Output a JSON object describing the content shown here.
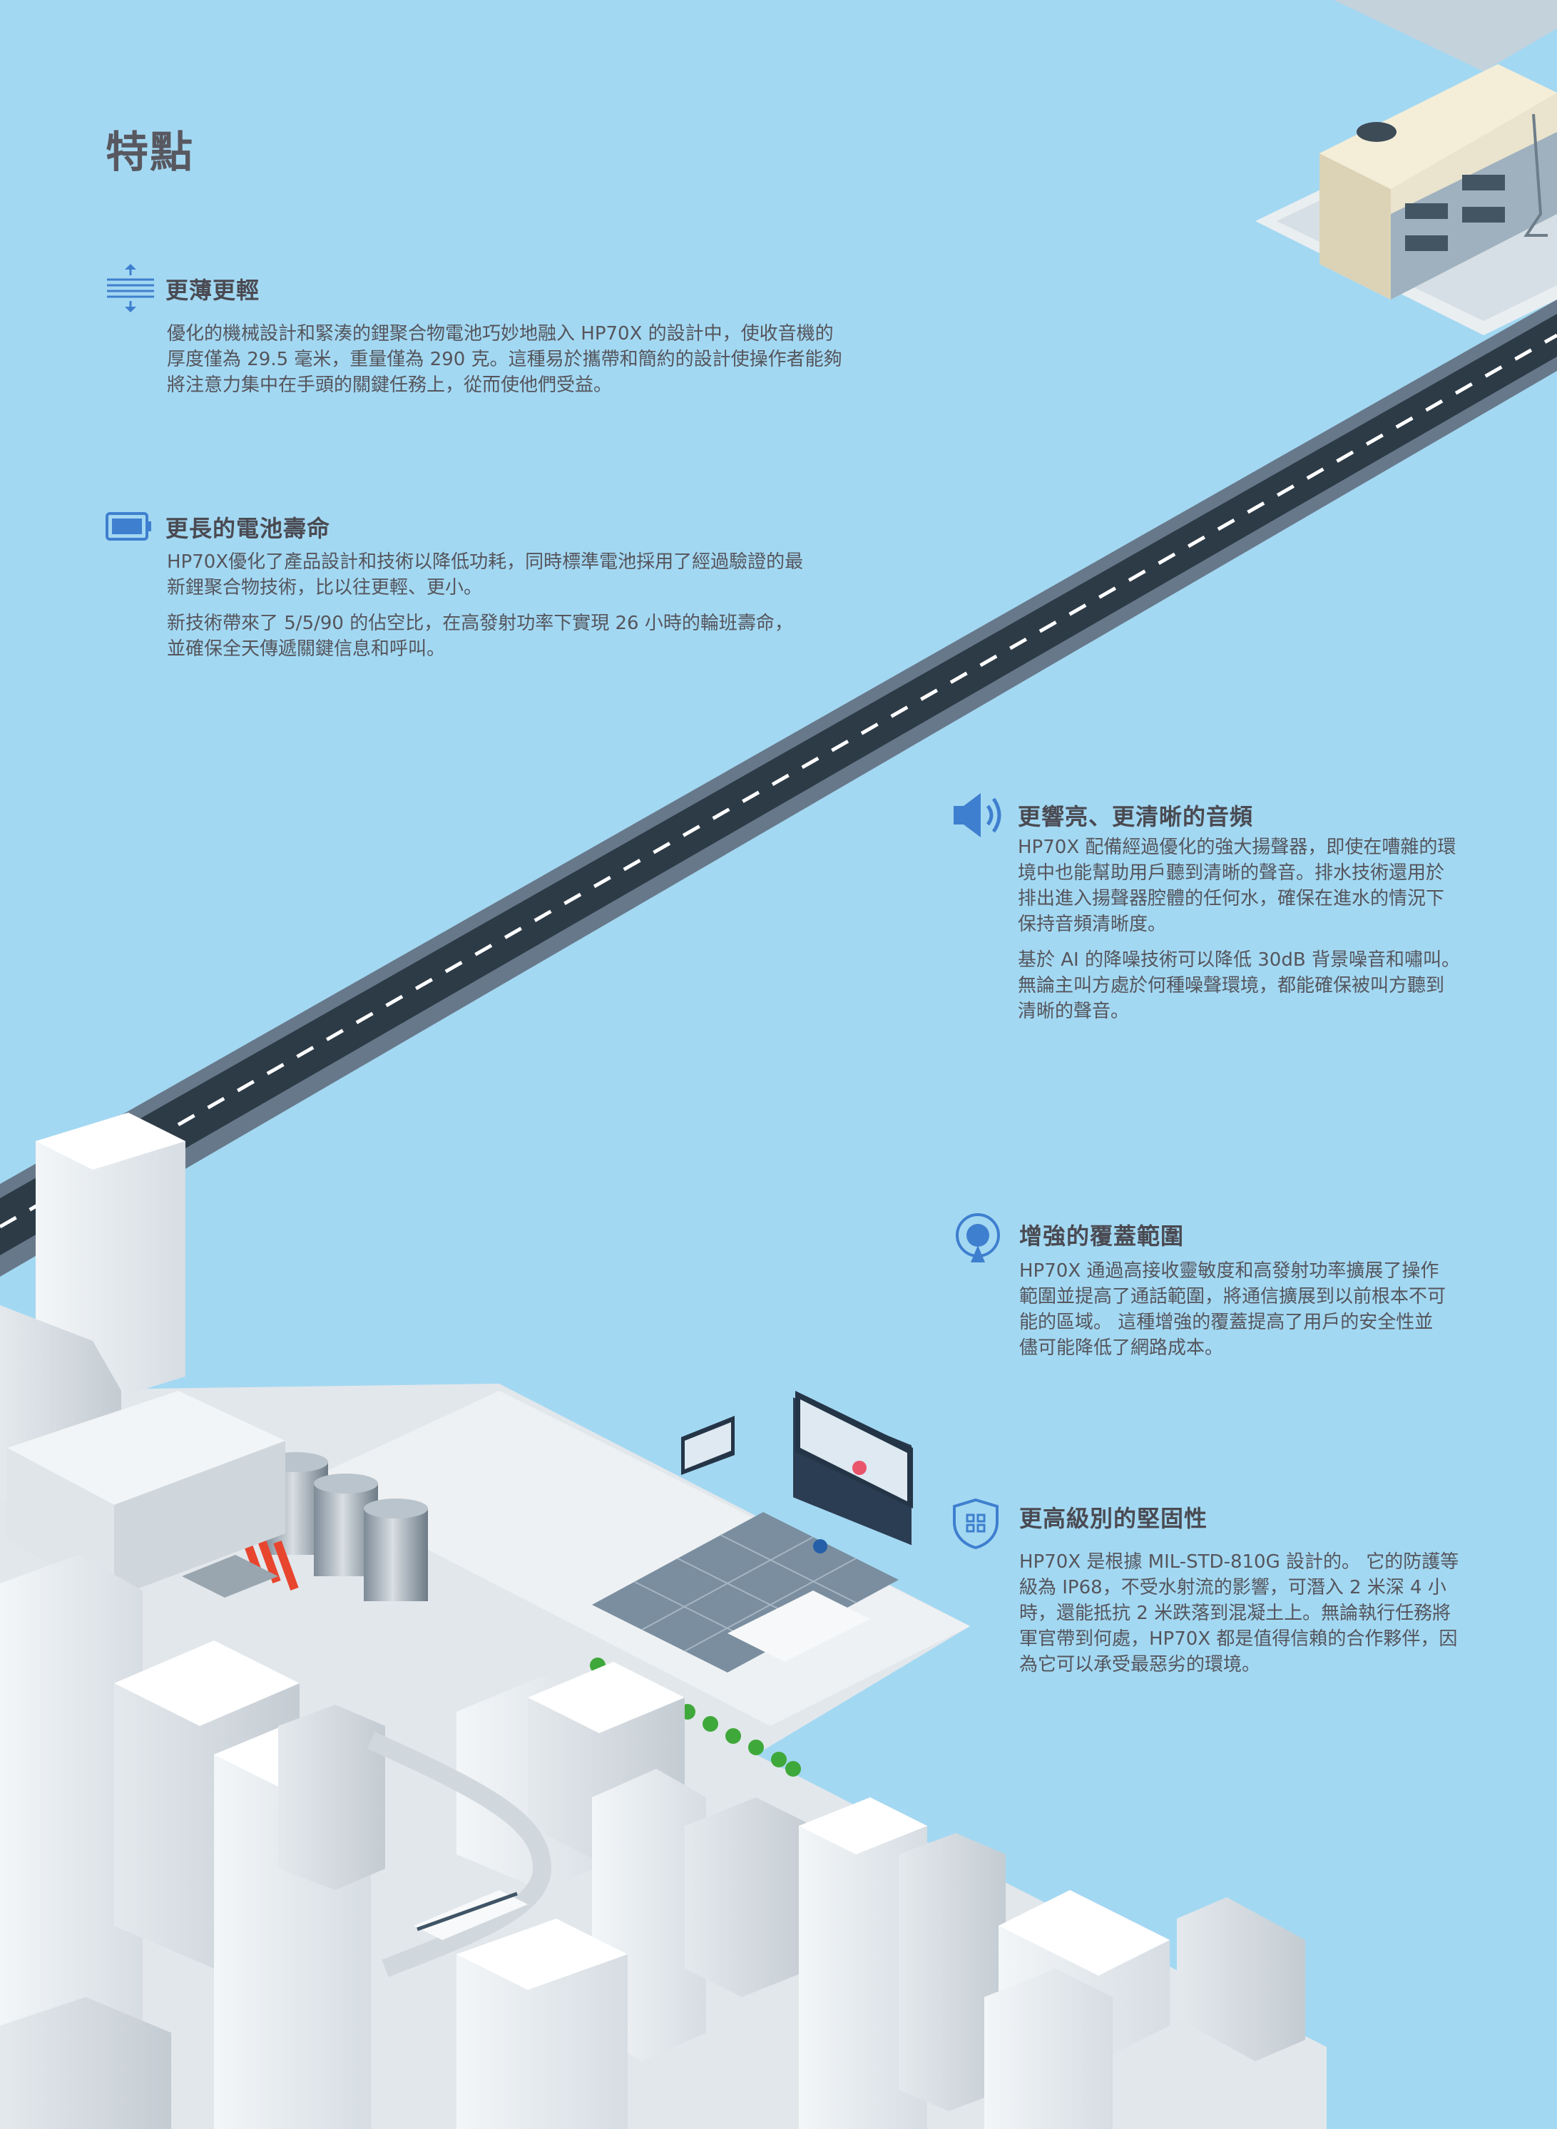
{
  "page": {
    "title": "特點"
  },
  "features": [
    {
      "icon": "thin-light-icon",
      "heading": "更薄更輕",
      "paragraphs": [
        "優化的機械設計和緊湊的鋰聚合物電池巧妙地融入 HP70X 的設計中，使收音機的厚度僅為 29.5 毫米，重量僅為 290 克。這種易於攜帶和簡約的設計使操作者能夠將注意力集中在手頭的關鍵任務上，從而使他們受益。"
      ]
    },
    {
      "icon": "battery-icon",
      "heading": "更長的電池壽命",
      "paragraphs": [
        "HP70X優化了產品設計和技術以降低功耗，同時標準電池採用了經過驗證的最新鋰聚合物技術，比以往更輕、更小。",
        "新技術帶來了 5/5/90 的佔空比，在高發射功率下實現 26 小時的輪班壽命，並確保全天傳遞關鍵信息和呼叫。"
      ]
    },
    {
      "icon": "speaker-icon",
      "heading": "更響亮、更清晰的音頻",
      "paragraphs": [
        "HP70X 配備經過優化的強大揚聲器，即使在嘈雜的環境中也能幫助用戶聽到清晰的聲音。排水技術還用於排出進入揚聲器腔體的任何水，確保在進水的情況下保持音頻清晰度。",
        "基於 AI 的降噪技術可以降低 30dB 背景噪音和嘯叫。 無論主叫方處於何種噪聲環境，都能確保被叫方聽到清晰的聲音。"
      ]
    },
    {
      "icon": "coverage-icon",
      "heading": "增強的覆蓋範圍",
      "paragraphs": [
        "HP70X 通過高接收靈敏度和高發射功率擴展了操作範圍並提高了通話範圍，將通信擴展到以前根本不可能的區域。 這種增強的覆蓋提高了用戶的安全性並儘可能降低了網路成本。"
      ]
    },
    {
      "icon": "shield-icon",
      "heading": "更高級別的堅固性",
      "paragraphs": [
        "HP70X 是根據 MIL-STD-810G 設計的。 它的防護等級為 IP68，不受水射流的影響，可潛入 2 米深 4 小時，還能抵抗 2 米跌落到混凝土上。無論執行任務將軍官帶到何處，HP70X 都是值得信賴的合作夥伴，因為它可以承受最惡劣的環境。"
      ]
    }
  ],
  "colors": {
    "background": "#a3d8f2",
    "accent": "#3f7fcf",
    "road": "#2d3b47",
    "text": "#55555c"
  }
}
